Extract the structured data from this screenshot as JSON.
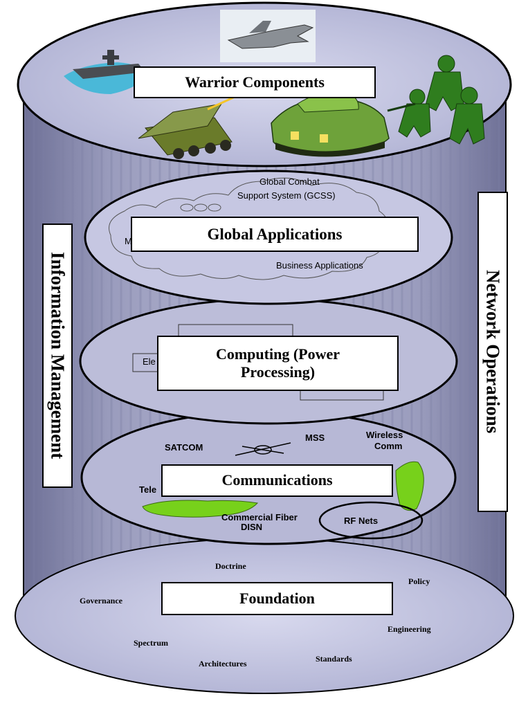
{
  "layers": {
    "warrior": {
      "title": "Warrior Components"
    },
    "global": {
      "title": "Global Applications",
      "gcss_line1": "Global Combat",
      "gcss_line2": "Support System (GCSS)",
      "partial_left": "M",
      "business": "Business Applications"
    },
    "computing": {
      "title_line1": "Computing (Power",
      "title_line2": "Processing)",
      "partial_left": "Ele"
    },
    "communications": {
      "title": "Communications",
      "satcom": "SATCOM",
      "mss": "MSS",
      "wireless_line1": "Wireless",
      "wireless_line2": "Comm",
      "tele": "Tele",
      "commercial_fiber": "Commercial Fiber",
      "disn": "DISN",
      "rf_nets": "RF Nets"
    },
    "foundation": {
      "title": "Foundation",
      "terms": {
        "doctrine": "Doctrine",
        "policy": "Policy",
        "governance": "Governance",
        "engineering": "Engineering",
        "spectrum": "Spectrum",
        "standards": "Standards",
        "architectures": "Architectures"
      }
    }
  },
  "side_labels": {
    "left": "Information Management",
    "right": "Network Operations"
  },
  "colors": {
    "cylinder_body": "#8f91b3",
    "disk_fill": "#c3c4e0",
    "land_green": "#77d11b",
    "army_green": "#2f7d1e"
  },
  "icons": [
    "aircraft-carrier-icon",
    "fighter-jet-icon",
    "rocket-launcher-icon",
    "tank-icon",
    "soldiers-icon",
    "satellite-icon"
  ]
}
